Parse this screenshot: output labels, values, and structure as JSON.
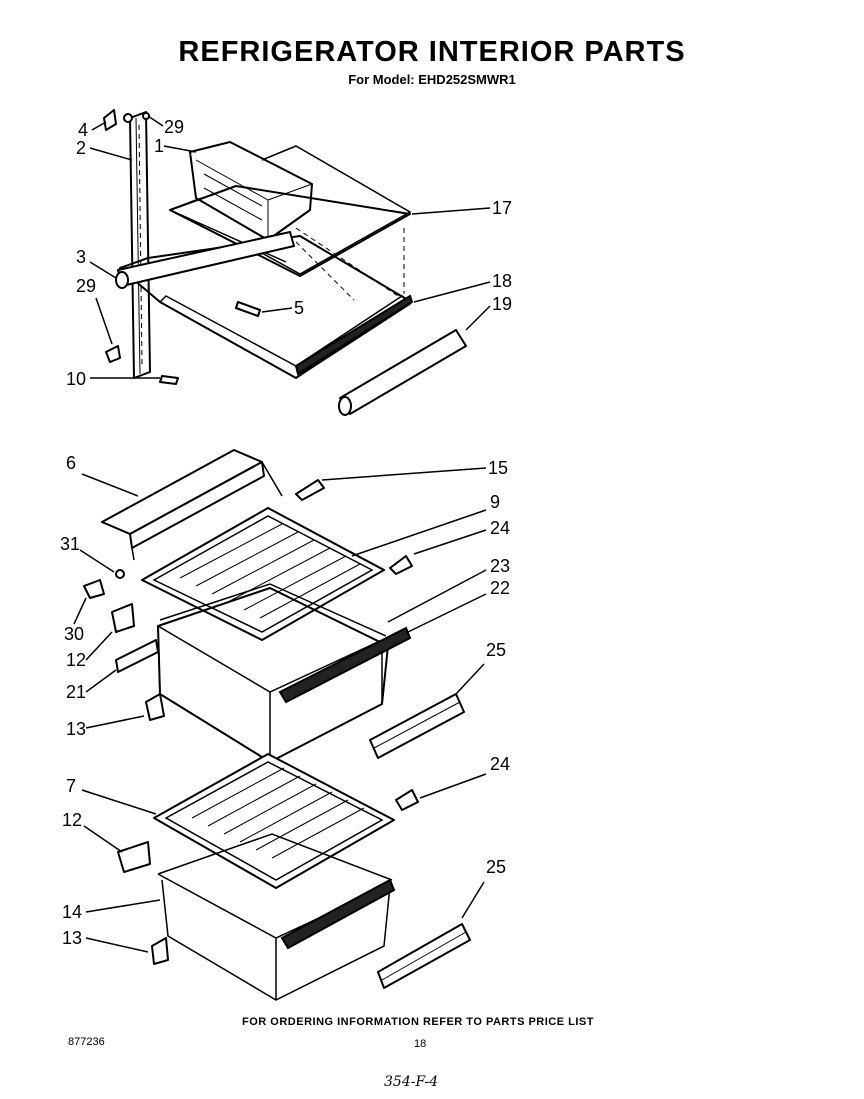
{
  "header": {
    "title": "REFRIGERATOR INTERIOR PARTS",
    "subtitle": "For Model: EHD252SMWR1"
  },
  "callouts": {
    "c4": "4",
    "c29a": "29",
    "c2": "2",
    "c1": "1",
    "c17": "17",
    "c3": "3",
    "c18": "18",
    "c19": "19",
    "c29b": "29",
    "c5": "5",
    "c10": "10",
    "c6": "6",
    "c15": "15",
    "c9": "9",
    "c24a": "24",
    "c31": "31",
    "c23": "23",
    "c22": "22",
    "c30": "30",
    "c25a": "25",
    "c12a": "12",
    "c21": "21",
    "c13a": "13",
    "c7": "7",
    "c24b": "24",
    "c12b": "12",
    "c25b": "25",
    "c14": "14",
    "c13b": "13"
  },
  "footer": {
    "ordering_note": "FOR ORDERING INFORMATION REFER TO PARTS PRICE LIST",
    "doc_number": "877236",
    "page_number": "18",
    "handwritten": "354-F-4"
  }
}
